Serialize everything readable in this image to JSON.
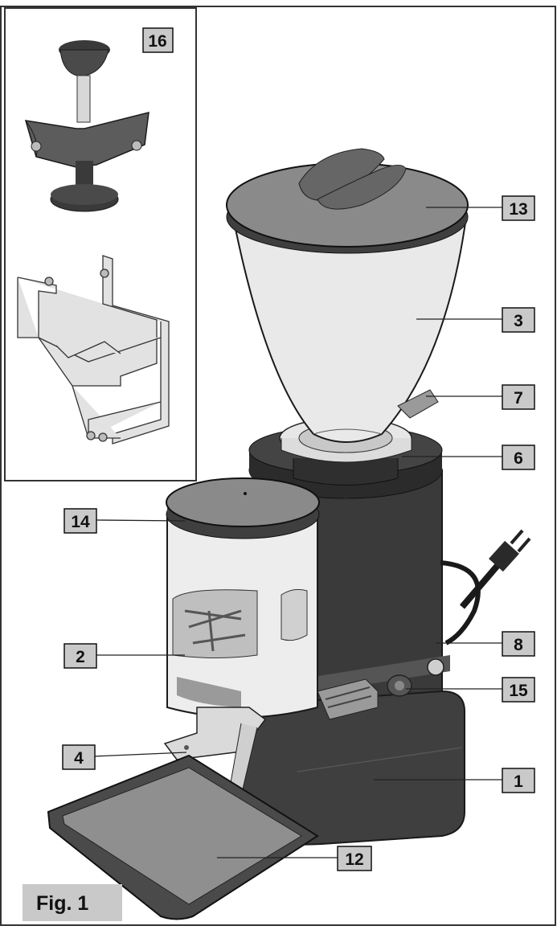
{
  "figure": {
    "caption": "Fig. 1",
    "callouts": [
      {
        "id": "16",
        "label": "16"
      },
      {
        "id": "13",
        "label": "13"
      },
      {
        "id": "3",
        "label": "3"
      },
      {
        "id": "7",
        "label": "7"
      },
      {
        "id": "6",
        "label": "6"
      },
      {
        "id": "14",
        "label": "14"
      },
      {
        "id": "2",
        "label": "2"
      },
      {
        "id": "8",
        "label": "8"
      },
      {
        "id": "15",
        "label": "15"
      },
      {
        "id": "4",
        "label": "4"
      },
      {
        "id": "1",
        "label": "1"
      },
      {
        "id": "12",
        "label": "12"
      }
    ]
  },
  "colors": {
    "label_box_fill": "#c9c9c9",
    "body_dark": "#3a3a3a",
    "hopper_light": "#e6e6e6",
    "outline": "#1a1a1a",
    "lid_grey": "#8a8a8a"
  }
}
